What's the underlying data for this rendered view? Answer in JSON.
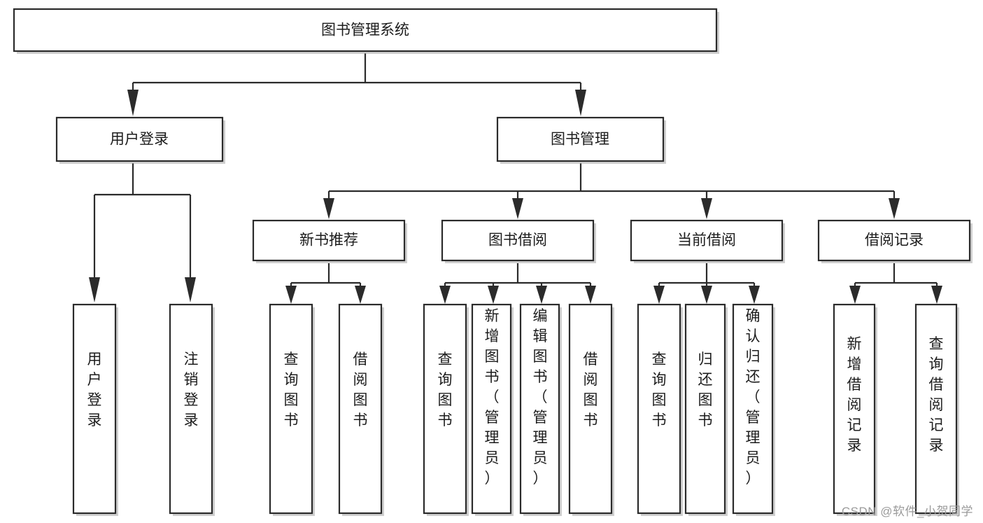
{
  "diagram": {
    "title": "图书管理系统",
    "watermark": "CSDN @软件_小贺同学",
    "colors": {
      "stroke": "#2b2b2b",
      "fill": "#ffffff",
      "text": "#1c1c1c",
      "shadow": "#a8a8a8",
      "watermark": "#9a9a9a",
      "background": "#ffffff"
    },
    "root": {
      "label": "图书管理系统"
    },
    "level2": [
      {
        "label": "用户登录"
      },
      {
        "label": "图书管理"
      }
    ],
    "level3": [
      {
        "label": "新书推荐"
      },
      {
        "label": "图书借阅"
      },
      {
        "label": "当前借阅"
      },
      {
        "label": "借阅记录"
      }
    ],
    "leaves": {
      "user_login": [
        {
          "label": "用户登录"
        },
        {
          "label": "注销登录"
        }
      ],
      "new_book": [
        {
          "label": "查询图书"
        },
        {
          "label": "借阅图书"
        }
      ],
      "book_borrow": [
        {
          "label": "查询图书"
        },
        {
          "label": "新增图书（管理员）"
        },
        {
          "label": "编辑图书（管理员）"
        },
        {
          "label": "借阅图书"
        }
      ],
      "current_borrow": [
        {
          "label": "查询图书"
        },
        {
          "label": "归还图书"
        },
        {
          "label": "确认归还（管理员）"
        }
      ],
      "borrow_record": [
        {
          "label": "新增借阅记录"
        },
        {
          "label": "查询借阅记录"
        }
      ]
    }
  }
}
